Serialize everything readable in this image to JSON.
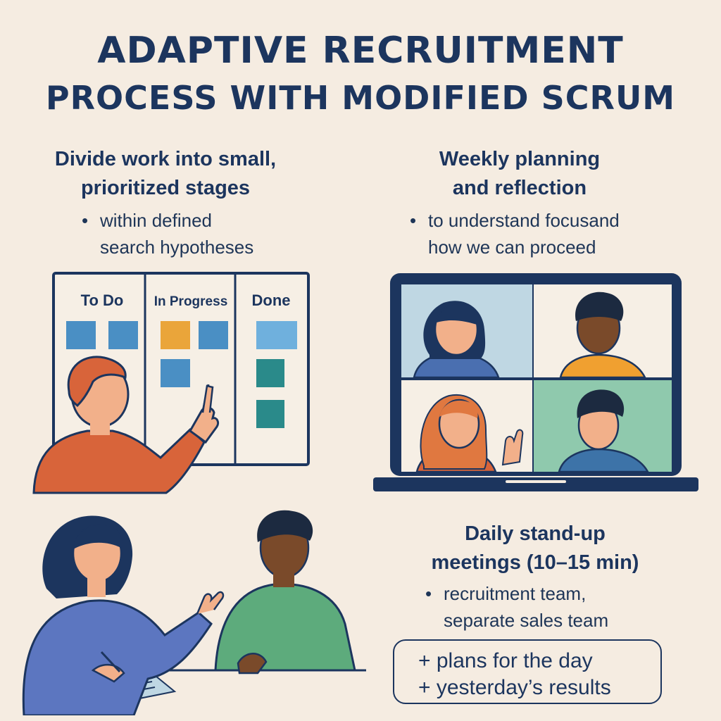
{
  "title": {
    "line1": "ADAPTIVE RECRUITMENT",
    "line2": "PROCESS WITH MODIFIED SCRUM"
  },
  "sections": {
    "divide": {
      "heading_line1": "Divide work into small,",
      "heading_line2": "prioritized stages",
      "bullet_line1": "within defined",
      "bullet_line2": "search hypotheses"
    },
    "weekly": {
      "heading_line1": "Weekly planning",
      "heading_line2": "and reflection",
      "bullet_line1": "to understand focusand",
      "bullet_line2": "how we can proceed"
    },
    "daily": {
      "heading_line1": "Daily stand-up",
      "heading_line2": "meetings (10–15 min)",
      "bullet_line1": "recruitment team,",
      "bullet_line2": "separate sales team",
      "box_line1": "+ plans for the day",
      "box_line2": "+ yesterday’s results"
    }
  },
  "kanban": {
    "columns": [
      "To Do",
      "In Progress",
      "Done"
    ]
  },
  "colors": {
    "navy": "#1c355e",
    "background": "#f5ece1",
    "orange_shirt": "#d8643a",
    "blue_card": "#4a8fc4",
    "teal_card": "#2a8a8a",
    "yellow_card": "#eaa53a"
  }
}
